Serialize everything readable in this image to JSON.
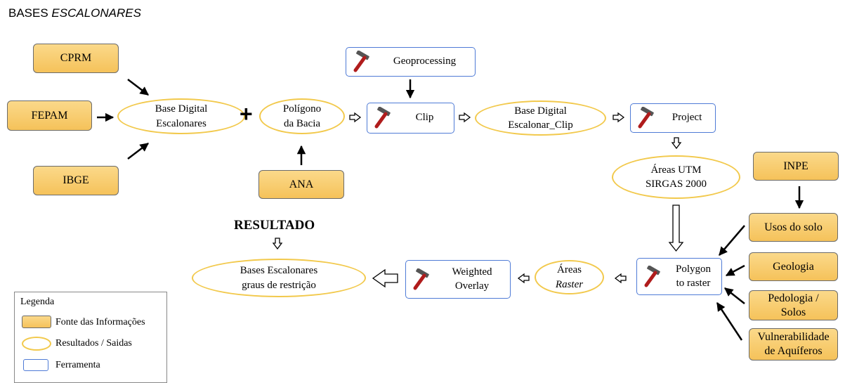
{
  "title": {
    "prefix": "BASES ",
    "italic": "ESCALONARES"
  },
  "sources": {
    "cprm": "CPRM",
    "fepam": "FEPAM",
    "ibge": "IBGE",
    "ana": "ANA",
    "inpe": "INPE",
    "usos": "Usos do solo",
    "geologia": "Geologia",
    "pedologia": [
      "Pedologia /",
      "Solos"
    ],
    "vulnerabilidade": [
      "Vulnerabilidade",
      "de Aquíferos"
    ]
  },
  "results": {
    "base_digital": [
      "Base Digital",
      "Escalonares"
    ],
    "poligono": [
      "Polígono",
      "da Bacia"
    ],
    "base_clip": [
      "Base Digital",
      "Escalonar_Clip"
    ],
    "areas_utm": [
      "Áreas UTM",
      "SIRGAS 2000"
    ],
    "areas_raster": [
      "Áreas",
      "Raster"
    ],
    "bases_final": [
      "Bases Escalonares",
      "graus  de restrição"
    ]
  },
  "tools": {
    "geoprocessing": "Geoprocessing",
    "clip": "Clip",
    "project": "Project",
    "polygon": [
      "Polygon",
      "to raster"
    ],
    "weighted": [
      "Weighted",
      "Overlay"
    ]
  },
  "operator": "+",
  "resultado": "RESULTADO",
  "legend": {
    "title": "Legenda",
    "source": "Fonte das Informações",
    "result": "Resultados / Saidas",
    "tool": "Ferramenta"
  },
  "colors": {
    "source_fill": "#f5c25a",
    "result_border": "#f2c94c",
    "tool_border": "#4f7bd6"
  },
  "icons": {
    "tool": "hammer-icon"
  }
}
